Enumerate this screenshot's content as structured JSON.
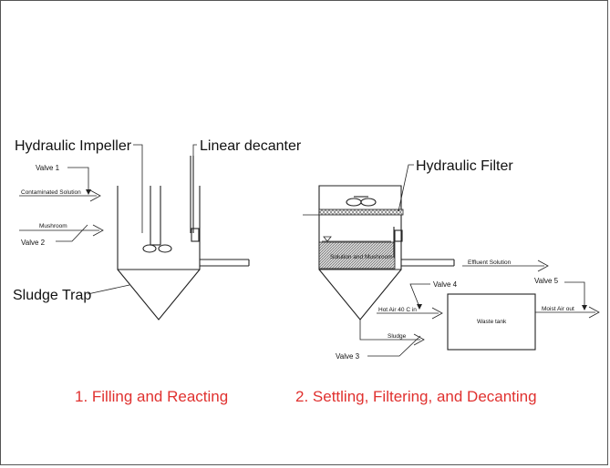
{
  "labels": {
    "hydraulic_impeller": "Hydraulic Impeller",
    "linear_decanter": "Linear decanter",
    "valve_1": "Valve 1",
    "contaminated_solution": "Contaminated Solution",
    "mushroom": "Mushroom",
    "valve_2": "Valve 2",
    "sludge_trap": "Sludge Trap",
    "hydraulic_filter": "Hydraulic Filter",
    "solution_and_mushroom": "Solution and Mushroom",
    "effluent_solution": "Effluent Solution",
    "valve_4": "Valve 4",
    "valve_5": "Valve 5",
    "hot_air_in": "Hot Air 40 C in",
    "waste_tank": "Waste tank",
    "moist_air_out": "Moist Air out",
    "sludge": "Sludge",
    "valve_3": "Valve 3"
  },
  "captions": {
    "stage_1": "1. Filling and Reacting",
    "stage_2": "2. Settling, Filtering, and Decanting"
  },
  "colors": {
    "caption": "#e0312f",
    "line": "#222222",
    "hatch": "#555555"
  }
}
